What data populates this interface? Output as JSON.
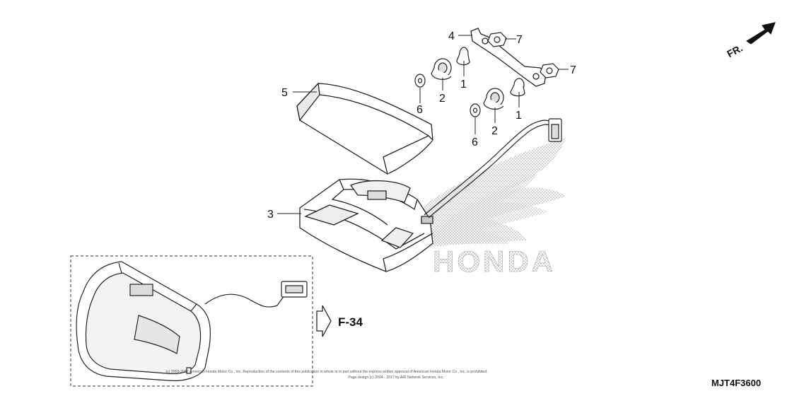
{
  "callouts": [
    {
      "label": "4"
    },
    {
      "label": "7"
    },
    {
      "label": "7"
    },
    {
      "label": "1"
    },
    {
      "label": "2"
    },
    {
      "label": "6"
    },
    {
      "label": "5"
    },
    {
      "label": "1"
    },
    {
      "label": "2"
    },
    {
      "label": "6"
    },
    {
      "label": "3"
    }
  ],
  "reference": {
    "label": "F-34"
  },
  "direction": {
    "label": "FR."
  },
  "watermark": {
    "brand": "HONDA"
  },
  "footer": {
    "copyright": "(c) 2003-2017 American Honda Motor Co., Inc. Reproduction of the contents of this publication in whole or in part without the express written approval of American Honda Motor Co., Inc. is prohibited.",
    "page_design": "Page design (c) 2004 - 2017 by ARI Network Services, Inc.",
    "diagram_code": "MJT4F3600"
  }
}
